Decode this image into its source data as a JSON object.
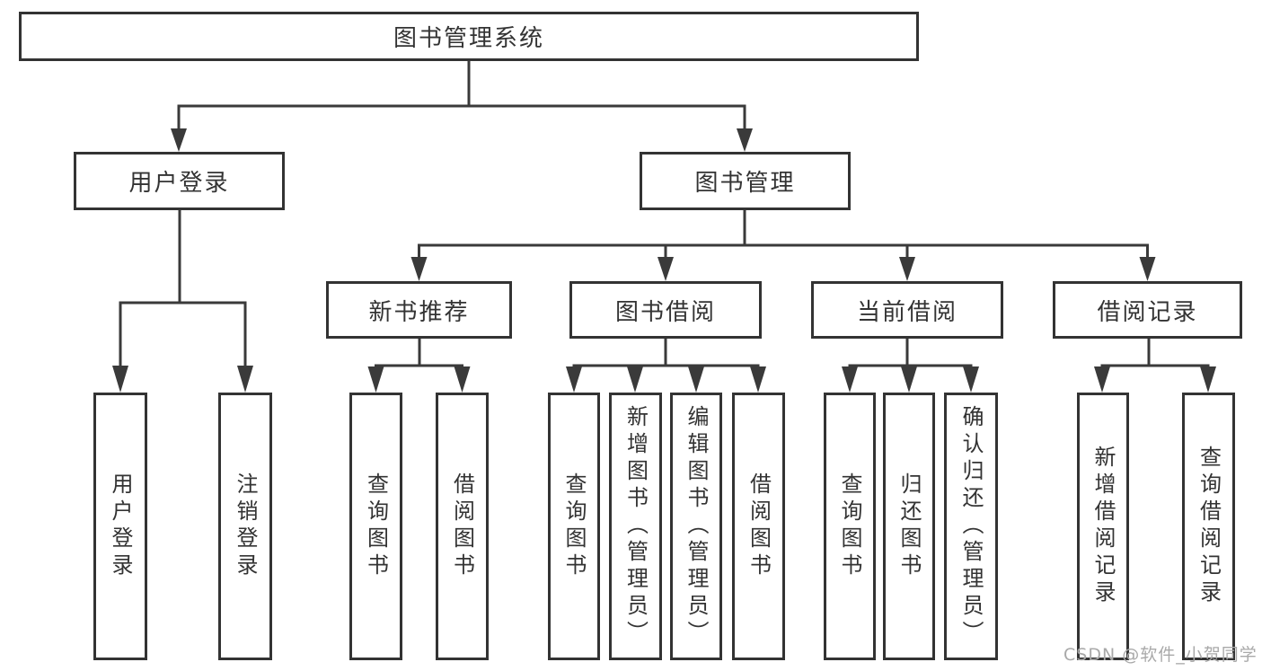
{
  "diagram": {
    "type": "tree",
    "root": {
      "label": "图书管理系统",
      "children": [
        {
          "label": "用户登录",
          "children": [
            {
              "label": "用户登录"
            },
            {
              "label": "注销登录"
            }
          ]
        },
        {
          "label": "图书管理",
          "children": [
            {
              "label": "新书推荐",
              "children": [
                {
                  "label": "查询图书"
                },
                {
                  "label": "借阅图书"
                }
              ]
            },
            {
              "label": "图书借阅",
              "children": [
                {
                  "label": "查询图书"
                },
                {
                  "label": "新增图书（管理员）"
                },
                {
                  "label": "编辑图书（管理员）"
                },
                {
                  "label": "借阅图书"
                }
              ]
            },
            {
              "label": "当前借阅",
              "children": [
                {
                  "label": "查询图书"
                },
                {
                  "label": "归还图书"
                },
                {
                  "label": "确认归还（管理员）"
                }
              ]
            },
            {
              "label": "借阅记录",
              "children": [
                {
                  "label": "新增借阅记录"
                },
                {
                  "label": "查询借阅记录"
                }
              ]
            }
          ]
        }
      ]
    },
    "watermark": "CSDN @软件_小贺同学",
    "colors": {
      "line": "#3a3a3a",
      "box_border": "#333333",
      "text": "#333333",
      "watermark": "#a9a9a9",
      "background": "#ffffff"
    }
  }
}
